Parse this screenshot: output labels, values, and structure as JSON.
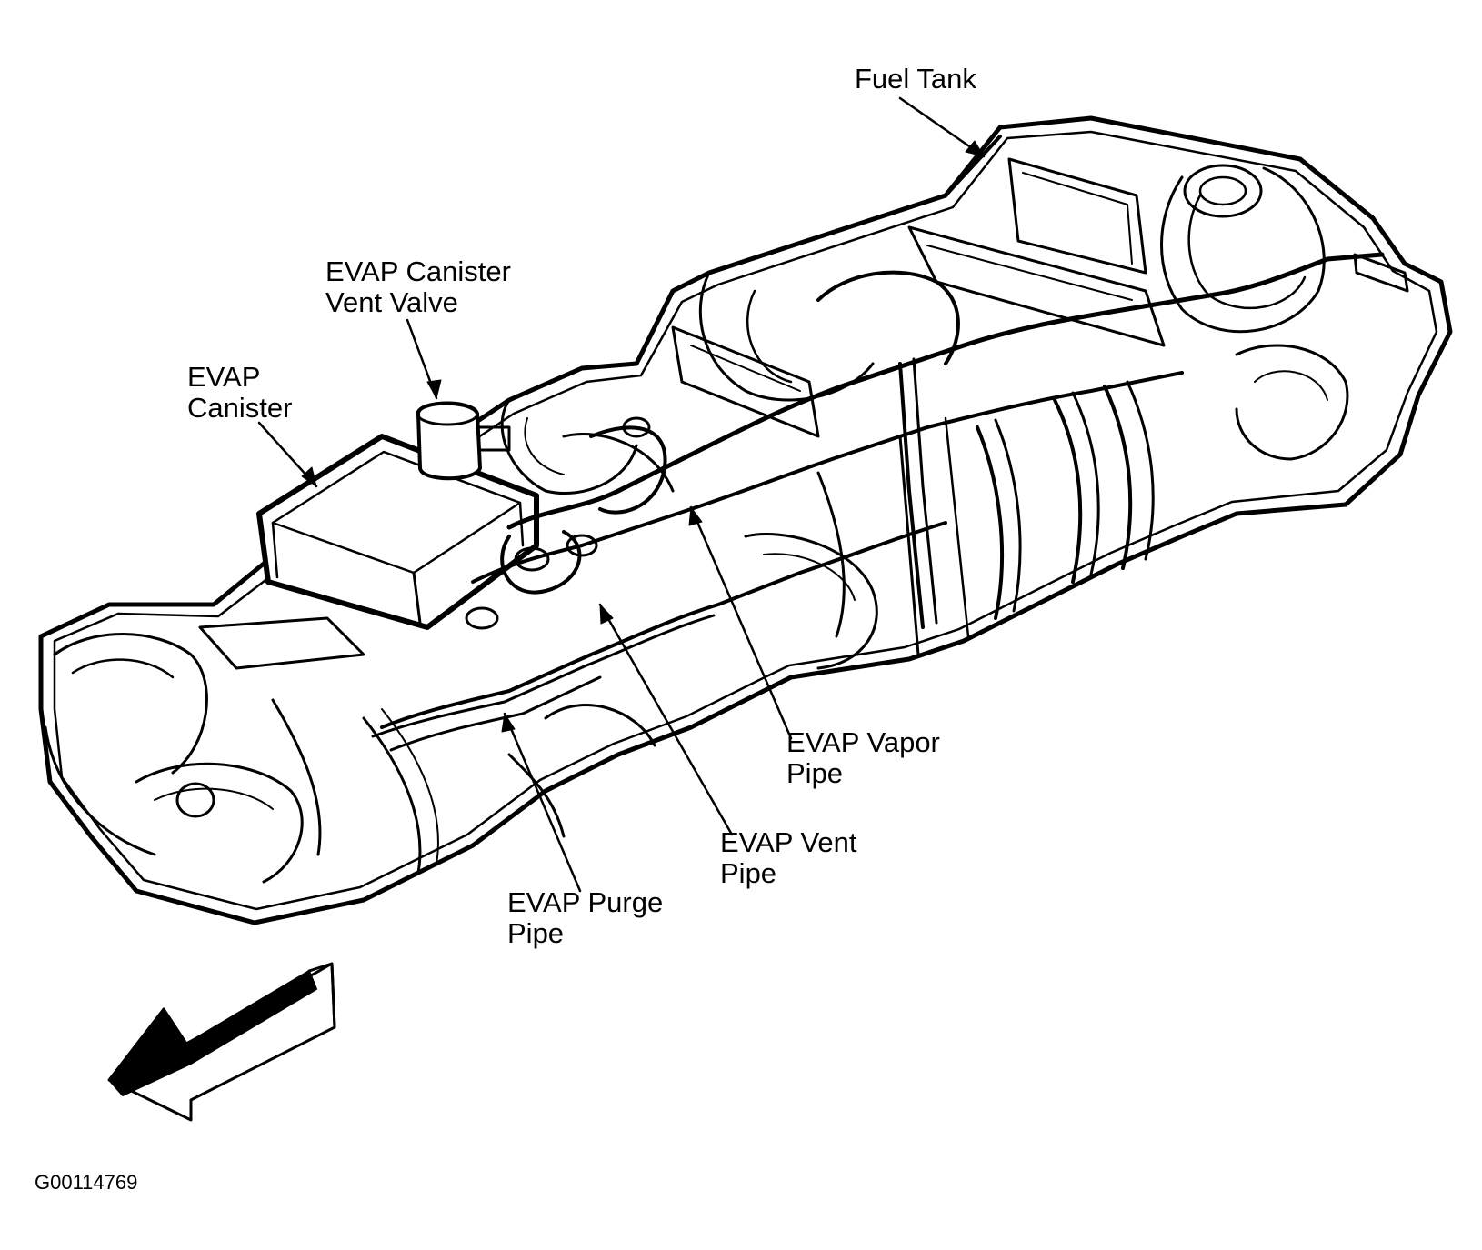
{
  "labels": {
    "fuel_tank": "Fuel Tank",
    "vent_valve_line1": "EVAP Canister",
    "vent_valve_line2": "Vent Valve",
    "canister_line1": "EVAP",
    "canister_line2": "Canister",
    "vapor_pipe_line1": "EVAP Vapor",
    "vapor_pipe_line2": "Pipe",
    "vent_pipe_line1": "EVAP Vent",
    "vent_pipe_line2": "Pipe",
    "purge_pipe_line1": "EVAP Purge",
    "purge_pipe_line2": "Pipe"
  },
  "figure_id": "G00114769",
  "colors": {
    "ink": "#000000",
    "paper": "#ffffff"
  }
}
